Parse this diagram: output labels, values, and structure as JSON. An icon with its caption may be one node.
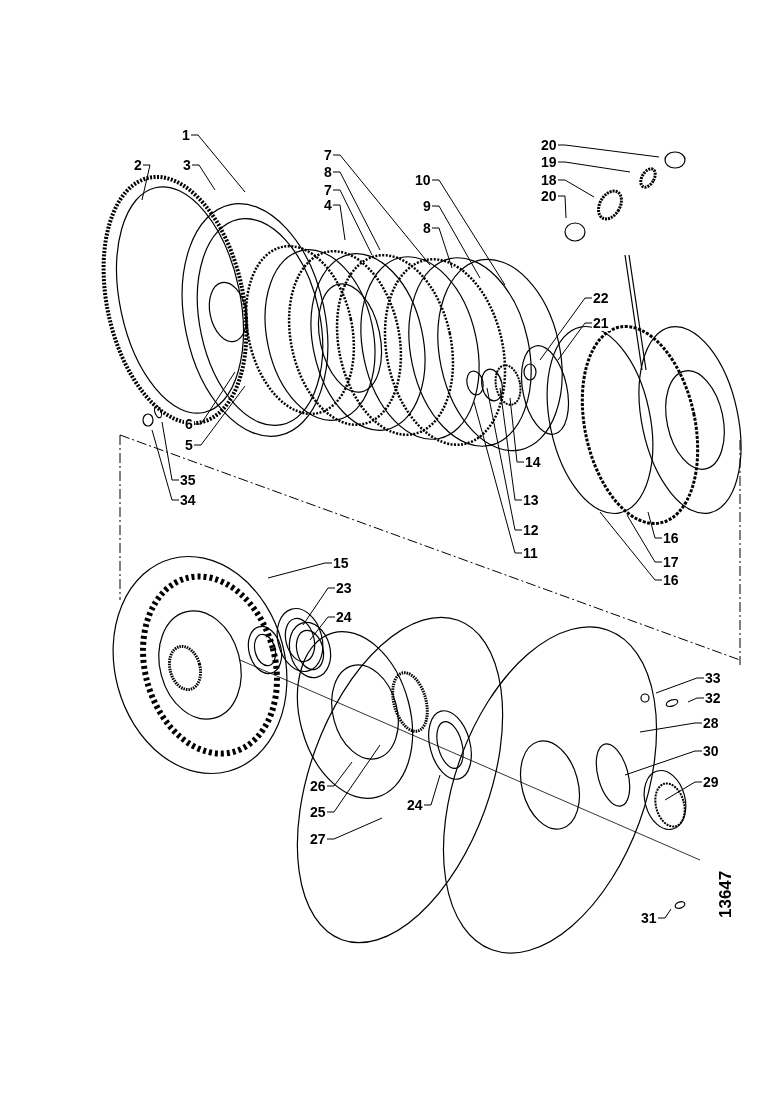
{
  "diagram": {
    "nodes": [
      {
        "text": [
          "1"
        ]
      },
      {
        "text": [
          "2"
        ]
      },
      {
        "text": [
          "3"
        ]
      },
      {
        "text": [
          "7"
        ]
      },
      {
        "text": [
          "8"
        ]
      },
      {
        "text": [
          "7"
        ]
      },
      {
        "text": [
          "4"
        ]
      },
      {
        "text": [
          "10"
        ]
      },
      {
        "text": [
          "9"
        ]
      },
      {
        "text": [
          "8"
        ]
      },
      {
        "text": [
          "20"
        ]
      },
      {
        "text": [
          "19"
        ]
      },
      {
        "text": [
          "18"
        ]
      },
      {
        "text": [
          "20"
        ]
      },
      {
        "text": [
          "22"
        ]
      },
      {
        "text": [
          "21"
        ]
      },
      {
        "text": [
          "6"
        ]
      },
      {
        "text": [
          "5"
        ]
      },
      {
        "text": [
          "35"
        ]
      },
      {
        "text": [
          "34"
        ]
      },
      {
        "text": [
          "14"
        ]
      },
      {
        "text": [
          "13"
        ]
      },
      {
        "text": [
          "12"
        ]
      },
      {
        "text": [
          "11"
        ]
      },
      {
        "text": [
          "16"
        ]
      },
      {
        "text": [
          "17"
        ]
      },
      {
        "text": [
          "16"
        ]
      },
      {
        "text": [
          "15"
        ]
      },
      {
        "text": [
          "23"
        ]
      },
      {
        "text": [
          "24"
        ]
      },
      {
        "text": [
          "33"
        ]
      },
      {
        "text": [
          "32"
        ]
      },
      {
        "text": [
          "28"
        ]
      },
      {
        "text": [
          "30"
        ]
      },
      {
        "text": [
          "29"
        ]
      },
      {
        "text": [
          "26"
        ]
      },
      {
        "text": [
          "25"
        ]
      },
      {
        "text": [
          "27"
        ]
      },
      {
        "text": [
          "24"
        ]
      },
      {
        "text": [
          "31"
        ]
      }
    ],
    "edges": [
      {
        "from": 0,
        "to": null,
        "arrow": "none"
      },
      {
        "from": 1,
        "to": null,
        "arrow": "none"
      },
      {
        "from": 2,
        "to": null,
        "arrow": "none"
      },
      {
        "from": 3,
        "to": null,
        "arrow": "none"
      },
      {
        "from": 4,
        "to": null,
        "arrow": "none"
      },
      {
        "from": 5,
        "to": null,
        "arrow": "none"
      },
      {
        "from": 6,
        "to": null,
        "arrow": "none"
      },
      {
        "from": 7,
        "to": null,
        "arrow": "none"
      },
      {
        "from": 8,
        "to": null,
        "arrow": "none"
      },
      {
        "from": 9,
        "to": null,
        "arrow": "none"
      },
      {
        "from": 10,
        "to": null,
        "arrow": "none"
      },
      {
        "from": 11,
        "to": null,
        "arrow": "none"
      },
      {
        "from": 12,
        "to": null,
        "arrow": "none"
      },
      {
        "from": 13,
        "to": null,
        "arrow": "none"
      },
      {
        "from": 14,
        "to": null,
        "arrow": "none"
      },
      {
        "from": 15,
        "to": null,
        "arrow": "none"
      },
      {
        "from": 16,
        "to": null,
        "arrow": "none"
      },
      {
        "from": 17,
        "to": null,
        "arrow": "none"
      },
      {
        "from": 18,
        "to": null,
        "arrow": "none"
      },
      {
        "from": 19,
        "to": null,
        "arrow": "none"
      },
      {
        "from": 20,
        "to": null,
        "arrow": "none"
      },
      {
        "from": 21,
        "to": null,
        "arrow": "none"
      },
      {
        "from": 22,
        "to": null,
        "arrow": "none"
      },
      {
        "from": 23,
        "to": null,
        "arrow": "none"
      },
      {
        "from": 24,
        "to": null,
        "arrow": "none"
      },
      {
        "from": 25,
        "to": null,
        "arrow": "none"
      },
      {
        "from": 26,
        "to": null,
        "arrow": "none"
      },
      {
        "from": 27,
        "to": null,
        "arrow": "none"
      },
      {
        "from": 28,
        "to": null,
        "arrow": "none"
      },
      {
        "from": 29,
        "to": null,
        "arrow": "none"
      },
      {
        "from": 30,
        "to": null,
        "arrow": "none"
      },
      {
        "from": 31,
        "to": null,
        "arrow": "none"
      },
      {
        "from": 32,
        "to": null,
        "arrow": "none"
      },
      {
        "from": 33,
        "to": null,
        "arrow": "none"
      },
      {
        "from": 34,
        "to": null,
        "arrow": "none"
      },
      {
        "from": 35,
        "to": null,
        "arrow": "none"
      },
      {
        "from": 36,
        "to": null,
        "arrow": "none"
      },
      {
        "from": 37,
        "to": null,
        "arrow": "none"
      },
      {
        "from": 38,
        "to": null,
        "arrow": "none"
      },
      {
        "from": 39,
        "to": null,
        "arrow": "none"
      }
    ],
    "labels": [
      "13647"
    ]
  }
}
